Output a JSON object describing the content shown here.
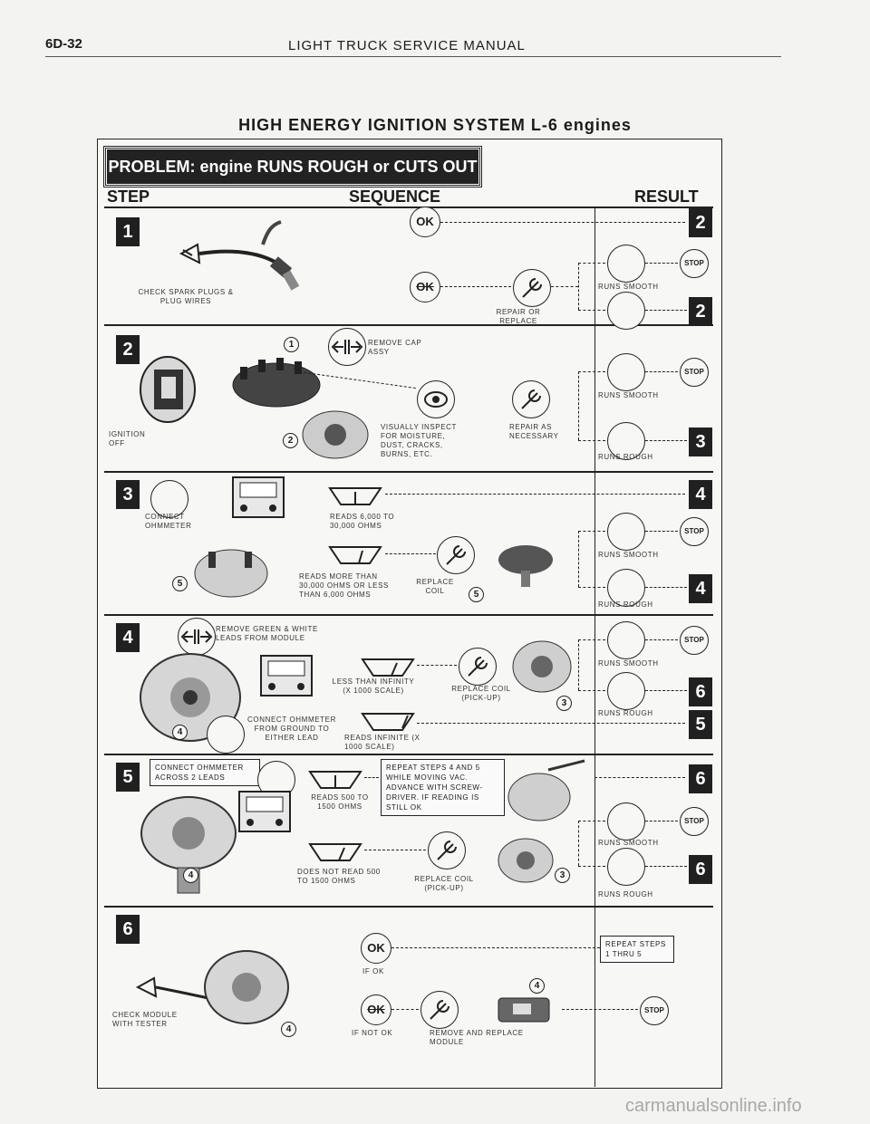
{
  "page_header": {
    "page_number": "6D-32",
    "manual_title": "LIGHT TRUCK SERVICE MANUAL"
  },
  "title": "HIGH ENERGY IGNITION SYSTEM L-6 engines",
  "problem": "PROBLEM: engine RUNS ROUGH or CUTS OUT",
  "columns": {
    "step": "STEP",
    "sequence": "SEQUENCE",
    "result": "RESULT"
  },
  "common": {
    "ok": "OK",
    "stop": "STOP",
    "runs_smooth": "RUNS SMOOTH",
    "runs_rough": "RUNS ROUGH"
  },
  "steps": [
    {
      "number": "1",
      "check_label": "CHECK SPARK PLUGS & PLUG WIRES",
      "repair_label": "REPAIR OR REPLACE",
      "ok_next": "2",
      "rough_next": "2"
    },
    {
      "number": "2",
      "ignition_label": "IGNITION OFF",
      "remove_label": "REMOVE CAP ASSY",
      "inspect_label": "VISUALLY INSPECT FOR MOISTURE, DUST, CRACKS, BURNS, ETC.",
      "repair_label": "REPAIR AS NECESSARY",
      "callout_1": "1",
      "callout_2": "2",
      "rough_next": "3"
    },
    {
      "number": "3",
      "connect_label": "CONNECT OHMMETER",
      "reads_ok": "READS 6,000 TO 30,000 OHMS",
      "reads_bad": "READS MORE THAN 30,000 OHMS OR LESS THAN 6,000 OHMS",
      "replace_label": "REPLACE COIL",
      "callout": "5",
      "ok_next": "4",
      "rough_next": "4"
    },
    {
      "number": "4",
      "remove_label": "REMOVE GREEN & WHITE LEADS FROM MODULE",
      "less_label": "LESS THAN INFINITY (X 1000 SCALE)",
      "replace_label": "REPLACE COIL (PICK-UP)",
      "connect_label": "CONNECT OHMMETER FROM GROUND TO EITHER LEAD",
      "infinite_label": "READS INFINITE (X 1000 SCALE)",
      "callout_3": "3",
      "callout_4": "4",
      "rough_next": "6",
      "infinite_next": "5"
    },
    {
      "number": "5",
      "connect_label": "CONNECT OHMMETER ACROSS 2 LEADS",
      "reads_ok": "READS 500 TO 1500 OHMS",
      "repeat_box": "REPEAT STEPS 4 AND 5 WHILE MOVING VAC. ADVANCE WITH SCREW-DRIVER. IF READING IS STILL OK",
      "reads_bad": "DOES NOT READ 500 TO 1500 OHMS",
      "replace_label": "REPLACE COIL (PICK-UP)",
      "callout_3": "3",
      "callout_4": "4",
      "ok_next": "6",
      "rough_next": "6"
    },
    {
      "number": "6",
      "check_label": "CHECK MODULE WITH TESTER",
      "if_ok": "IF OK",
      "if_not_ok": "IF NOT OK",
      "remove_label": "REMOVE AND REPLACE MODULE",
      "repeat_box": "REPEAT STEPS 1 THRU 5",
      "callout_4": "4"
    }
  ],
  "watermark": "carmanualsonline.info"
}
